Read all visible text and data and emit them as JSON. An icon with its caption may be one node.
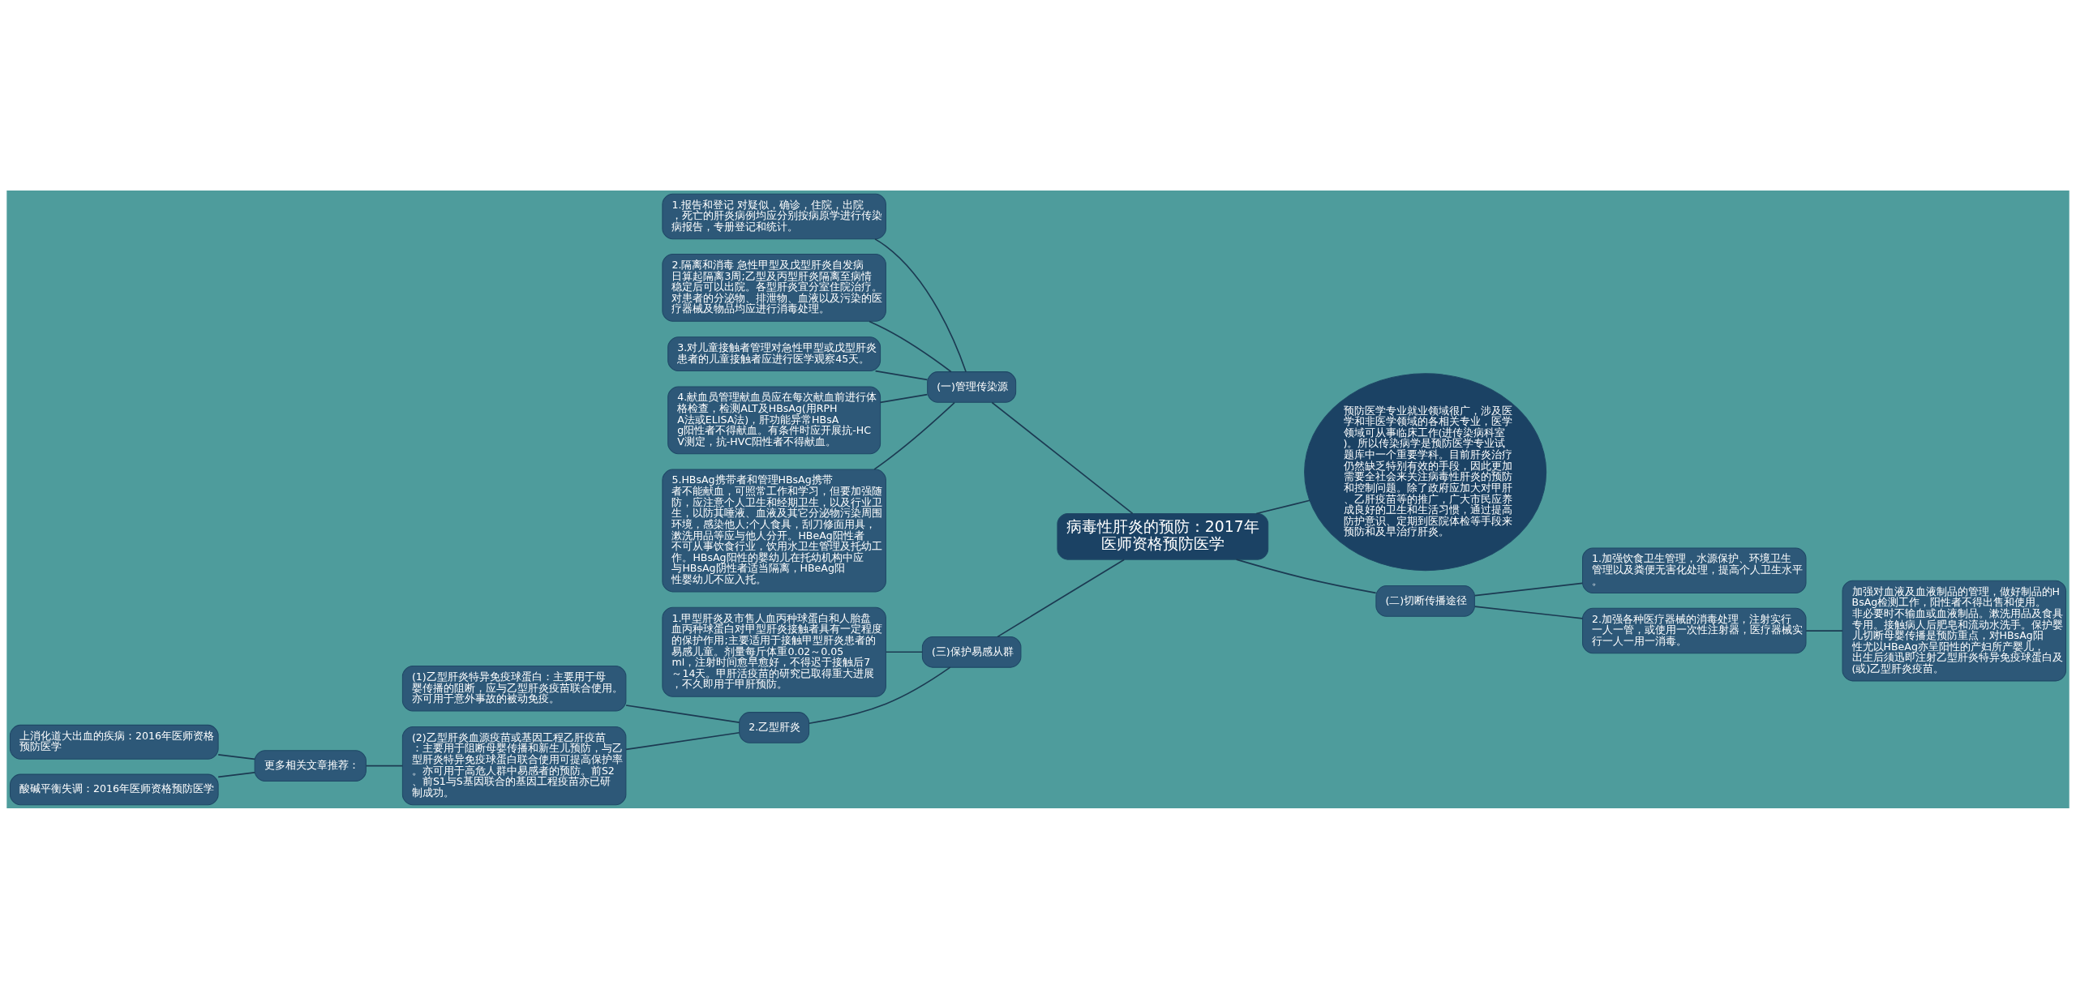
{
  "diagram": {
    "nodes": [
      {
        "text": [
          "病毒性肝炎的预防：2017年医师资格预防医学"
        ]
      },
      {
        "text": [
          "(一)管理传染源"
        ]
      },
      {
        "text": [
          "1.报告和登记 对疑似，确诊，住院，出院，死亡的肝炎病例均应分别按病原学进行传染病报告，专册登记和统计。"
        ]
      },
      {
        "text": [
          "2.隔离和消毒 急性甲型及戊型肝炎自发病日算起隔离3周;乙型及丙型肝炎隔离至病情稳定后可以出院。各型肝炎宜分室住院治疗。对患者的分泌物、排泄物、血液以及污染的医疗器械及物品均应进行消毒处理。"
        ]
      },
      {
        "text": [
          "3.对儿童接触者管理对急性甲型或戊型肝炎患者的儿童接触者应进行医学观察45天。"
        ]
      },
      {
        "text": [
          "4.献血员管理献血员应在每次献血前进行体格检查，检测ALT及HBsAg(用RPHA法或ELISA法)，肝功能异常HBsAg阳性者不得献血。有条件时应开展抗-HCV测定，抗-HVC阳性者不得献血。"
        ]
      },
      {
        "text": [
          "5.HBsAg携带者和管理HBsAg携带者不能献血，可照常工作和学习，但要加强随防，应注意个人卫生和经期卫生，以及行业卫生，以防其唾液、血液及其它分泌物污染周围环境，感染他人;个人食具，刮刀修面用具，漱洗用品等应与他人分开。HBeAg阳性者不可从事饮食行业，饮用水卫生管理及托幼工作。HBsAg阳性的婴幼儿在托幼机构中应与HBsAg阴性者适当隔离，HBeAg阳性婴幼儿不应入托。"
        ]
      },
      {
        "text": [
          "预防医学专业就业领域很广，涉及医学和非医学领域的各相关专业，医学领域可从事临床工作(进传染病科室)。所以传染病学是预防医学专业试题库中一个重要学科。目前肝炎治疗仍然缺乏特别有效的手段，因此更加需要全社会来关注病毒性肝炎的预防和控制问题。除了政府应加大对甲肝、乙肝疫苗等的推广，广大市民应养成良好的卫生和生活习惯，通过提高防护意识、定期到医院体检等手段来预防和及早治疗肝炎。"
        ]
      },
      {
        "text": [
          "(二)切断传播途径"
        ]
      },
      {
        "text": [
          "1.加强饮食卫生管理，水源保护、环境卫生管理以及粪便无害化处理，提高个人卫生水平。"
        ]
      },
      {
        "text": [
          "2.加强各种医疗器械的消毒处理，注射实行一人一管，或使用一次性注射器，医疗器械实行一人一用一消毒。"
        ]
      },
      {
        "text": [
          "加强对血液及血液制品的管理，做好制品的HBsAg检测工作，阳性者不得出售和使用。非必要时不输血或血液制品。漱洗用品及食具专用。接触病人后肥皂和流动水洗手。保护婴儿切断母婴传播是预防重点，对HBsAg阳性尤以HBeAg亦呈阳性的产妇所产婴儿，出生后须迅即注射乙型肝炎特异免疫球蛋白及(或)乙型肝炎疫苗。"
        ]
      },
      {
        "text": [
          "(三)保护易感从群"
        ]
      },
      {
        "text": [
          "1.甲型肝炎及市售人血丙种球蛋白和人胎盘血丙种球蛋白对甲型肝炎接触者具有一定程度的保护作用;主要适用于接触甲型肝炎患者的易感儿童。剂量每斤体重0.02～0.05ml，注射时间愈早愈好，不得迟于接触后7～14天。甲肝活疫苗的研究已取得重大进展，不久即用于甲肝预防。"
        ]
      },
      {
        "text": [
          "2.乙型肝炎"
        ]
      },
      {
        "text": [
          "(1)乙型肝炎特异免疫球蛋白：主要用于母婴传播的阻断，应与乙型肝炎疫苗联合使用。亦可用于意外事故的被动免疫。"
        ]
      },
      {
        "text": [
          "(2)乙型肝炎血源疫苗或基因工程乙肝疫苗：主要用于阻断母婴传播和新生儿预防，与乙型肝炎特异免疫球蛋白联合使用可提高保护率。亦可用于高危人群中易感者的预防。前S2、前S1与S基因联合的基因工程疫苗亦已研制成功。"
        ]
      },
      {
        "text": [
          "更多相关文章推荐："
        ]
      },
      {
        "text": [
          "上消化道大出血的疾病：2016年医师资格预防医学"
        ]
      },
      {
        "text": [
          "酸碱平衡失调：2016年医师资格预防医学"
        ]
      }
    ],
    "edges": [
      {
        "from": 0,
        "to": 1,
        "arrow": "none"
      },
      {
        "from": 1,
        "to": 2,
        "arrow": "none"
      },
      {
        "from": 1,
        "to": 3,
        "arrow": "none"
      },
      {
        "from": 1,
        "to": 4,
        "arrow": "none"
      },
      {
        "from": 1,
        "to": 5,
        "arrow": "none"
      },
      {
        "from": 1,
        "to": 6,
        "arrow": "none"
      },
      {
        "from": 0,
        "to": 7,
        "arrow": "none"
      },
      {
        "from": 0,
        "to": 8,
        "arrow": "none"
      },
      {
        "from": 8,
        "to": 9,
        "arrow": "none"
      },
      {
        "from": 8,
        "to": 10,
        "arrow": "none"
      },
      {
        "from": 10,
        "to": 11,
        "arrow": "none"
      },
      {
        "from": 0,
        "to": 12,
        "arrow": "none"
      },
      {
        "from": 12,
        "to": 13,
        "arrow": "none"
      },
      {
        "from": 12,
        "to": 14,
        "arrow": "none"
      },
      {
        "from": 14,
        "to": 15,
        "arrow": "none"
      },
      {
        "from": 14,
        "to": 16,
        "arrow": "none"
      },
      {
        "from": 16,
        "to": 17,
        "arrow": "none"
      },
      {
        "from": 17,
        "to": 18,
        "arrow": "none"
      },
      {
        "from": 17,
        "to": 19,
        "arrow": "none"
      }
    ]
  }
}
